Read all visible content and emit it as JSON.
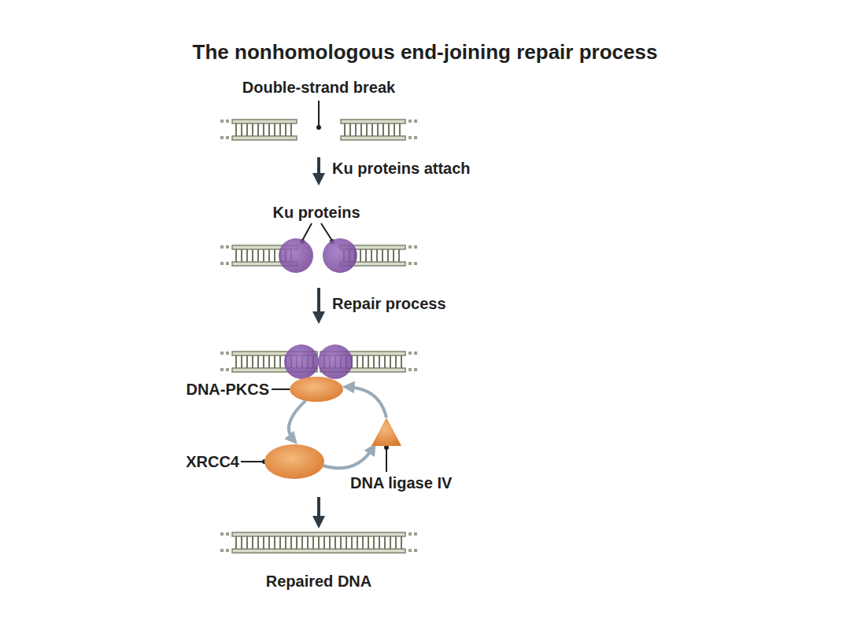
{
  "diagram": {
    "title": "The nonhomologous end-joining repair process",
    "nodes": [
      {
        "text": [
          "DNA-PKCS"
        ]
      },
      {
        "text": [
          "XRCC4"
        ]
      },
      {
        "text": [
          "DNA ligase IV"
        ]
      }
    ],
    "edges": [
      {
        "from": 0,
        "to": 1,
        "arrow": "to"
      },
      {
        "from": 1,
        "to": 2,
        "arrow": "to"
      },
      {
        "from": 2,
        "to": 0,
        "arrow": "to"
      }
    ],
    "labels": [
      "Double-strand break",
      "Ku proteins attach",
      "Ku proteins",
      "Repair process",
      "Repaired DNA"
    ]
  }
}
